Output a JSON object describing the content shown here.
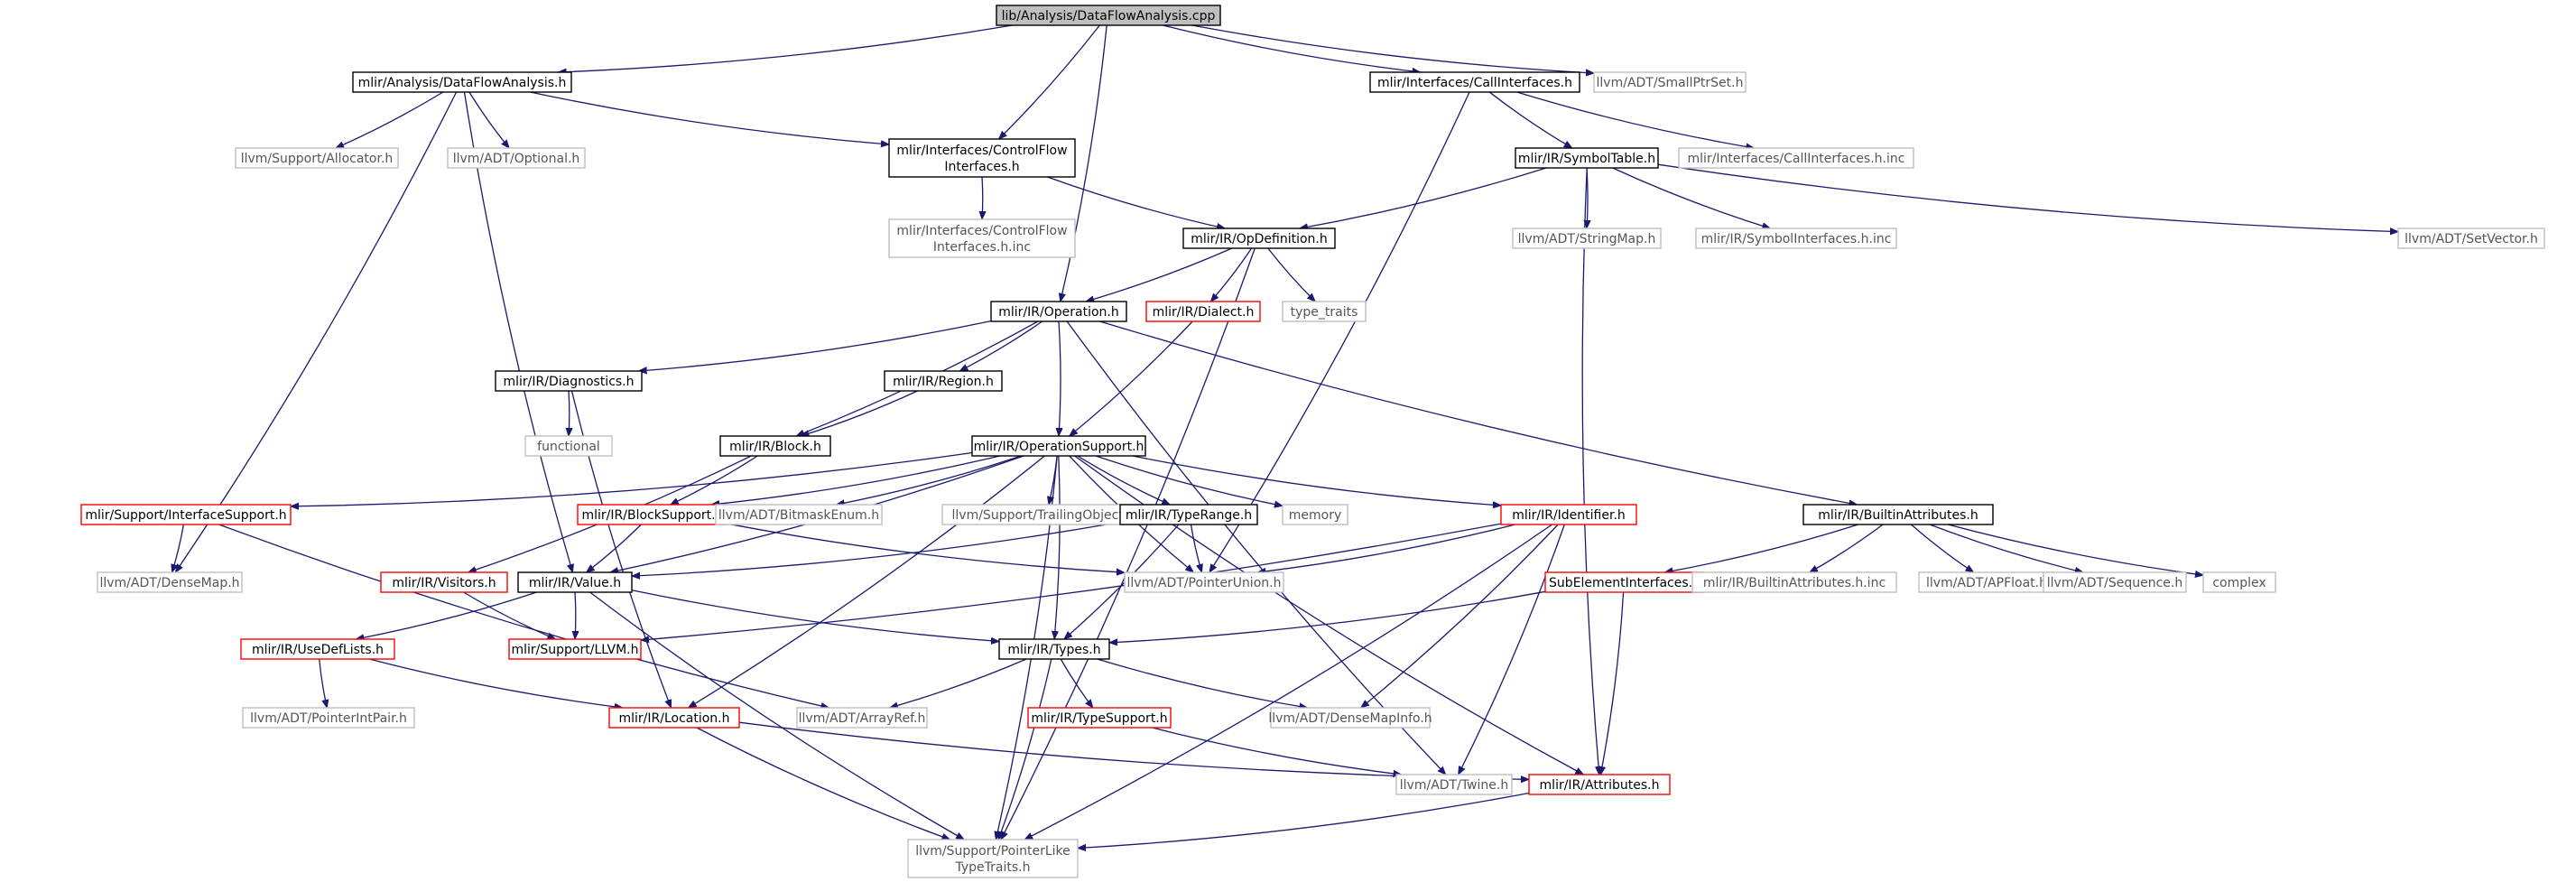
{
  "graph": {
    "colors": {
      "edge": "#191970",
      "root_fill": "#bfbfbf",
      "doc_border": "#000000",
      "missing_border": "#ff0000",
      "external_border": "#bfbfbf",
      "external_text": "#555555"
    },
    "nodes": [
      {
        "id": "dfa_cpp",
        "lines": [
          "lib/Analysis/DataFlowAnalysis.cpp"
        ],
        "kind": "root"
      },
      {
        "id": "dfa_h",
        "lines": [
          "mlir/Analysis/DataFlowAnalysis.h"
        ],
        "kind": "doc"
      },
      {
        "id": "callif_h",
        "lines": [
          "mlir/Interfaces/CallInterfaces.h"
        ],
        "kind": "doc"
      },
      {
        "id": "smallptrset",
        "lines": [
          "llvm/ADT/SmallPtrSet.h"
        ],
        "kind": "ext"
      },
      {
        "id": "allocator",
        "lines": [
          "llvm/Support/Allocator.h"
        ],
        "kind": "ext"
      },
      {
        "id": "optional",
        "lines": [
          "llvm/ADT/Optional.h"
        ],
        "kind": "ext"
      },
      {
        "id": "cf_h",
        "lines": [
          "mlir/Interfaces/ControlFlow",
          "Interfaces.h"
        ],
        "kind": "doc"
      },
      {
        "id": "symtab",
        "lines": [
          "mlir/IR/SymbolTable.h"
        ],
        "kind": "doc"
      },
      {
        "id": "callif_inc",
        "lines": [
          "mlir/Interfaces/CallInterfaces.h.inc"
        ],
        "kind": "ext"
      },
      {
        "id": "cf_inc",
        "lines": [
          "mlir/Interfaces/ControlFlow",
          "Interfaces.h.inc"
        ],
        "kind": "ext"
      },
      {
        "id": "opdef",
        "lines": [
          "mlir/IR/OpDefinition.h"
        ],
        "kind": "doc"
      },
      {
        "id": "stringmap",
        "lines": [
          "llvm/ADT/StringMap.h"
        ],
        "kind": "ext"
      },
      {
        "id": "symif_inc",
        "lines": [
          "mlir/IR/SymbolInterfaces.h.inc"
        ],
        "kind": "ext"
      },
      {
        "id": "setvector",
        "lines": [
          "llvm/ADT/SetVector.h"
        ],
        "kind": "ext"
      },
      {
        "id": "operation",
        "lines": [
          "mlir/IR/Operation.h"
        ],
        "kind": "doc"
      },
      {
        "id": "dialect",
        "lines": [
          "mlir/IR/Dialect.h"
        ],
        "kind": "missing"
      },
      {
        "id": "type_traits",
        "lines": [
          "type_traits"
        ],
        "kind": "ext"
      },
      {
        "id": "diagnostics",
        "lines": [
          "mlir/IR/Diagnostics.h"
        ],
        "kind": "doc"
      },
      {
        "id": "region",
        "lines": [
          "mlir/IR/Region.h"
        ],
        "kind": "doc"
      },
      {
        "id": "functional",
        "lines": [
          "functional"
        ],
        "kind": "ext"
      },
      {
        "id": "block",
        "lines": [
          "mlir/IR/Block.h"
        ],
        "kind": "doc"
      },
      {
        "id": "opsupport",
        "lines": [
          "mlir/IR/OperationSupport.h"
        ],
        "kind": "doc"
      },
      {
        "id": "ifsupport",
        "lines": [
          "mlir/Support/InterfaceSupport.h"
        ],
        "kind": "missing"
      },
      {
        "id": "blocksupport",
        "lines": [
          "mlir/IR/BlockSupport.h"
        ],
        "kind": "missing"
      },
      {
        "id": "bitmaskenum",
        "lines": [
          "llvm/ADT/BitmaskEnum.h"
        ],
        "kind": "ext"
      },
      {
        "id": "trailing",
        "lines": [
          "llvm/Support/TrailingObjects.h"
        ],
        "kind": "ext"
      },
      {
        "id": "typerange",
        "lines": [
          "mlir/IR/TypeRange.h"
        ],
        "kind": "doc"
      },
      {
        "id": "memory",
        "lines": [
          "memory"
        ],
        "kind": "ext"
      },
      {
        "id": "identifier",
        "lines": [
          "mlir/IR/Identifier.h"
        ],
        "kind": "missing"
      },
      {
        "id": "builtinattr",
        "lines": [
          "mlir/IR/BuiltinAttributes.h"
        ],
        "kind": "doc"
      },
      {
        "id": "densemap",
        "lines": [
          "llvm/ADT/DenseMap.h"
        ],
        "kind": "ext"
      },
      {
        "id": "visitors",
        "lines": [
          "mlir/IR/Visitors.h"
        ],
        "kind": "missing"
      },
      {
        "id": "value",
        "lines": [
          "mlir/IR/Value.h"
        ],
        "kind": "doc"
      },
      {
        "id": "ptrunion",
        "lines": [
          "llvm/ADT/PointerUnion.h"
        ],
        "kind": "ext"
      },
      {
        "id": "subelem",
        "lines": [
          "SubElementInterfaces.h"
        ],
        "kind": "missing"
      },
      {
        "id": "builtinattr_inc",
        "lines": [
          "mlir/IR/BuiltinAttributes.h.inc"
        ],
        "kind": "ext"
      },
      {
        "id": "apfloat",
        "lines": [
          "llvm/ADT/APFloat.h"
        ],
        "kind": "ext"
      },
      {
        "id": "sequence",
        "lines": [
          "llvm/ADT/Sequence.h"
        ],
        "kind": "ext"
      },
      {
        "id": "complex",
        "lines": [
          "complex"
        ],
        "kind": "ext"
      },
      {
        "id": "usedef",
        "lines": [
          "mlir/IR/UseDefLists.h"
        ],
        "kind": "missing"
      },
      {
        "id": "llvm_h",
        "lines": [
          "mlir/Support/LLVM.h"
        ],
        "kind": "missing"
      },
      {
        "id": "types",
        "lines": [
          "mlir/IR/Types.h"
        ],
        "kind": "doc"
      },
      {
        "id": "ptrintpair",
        "lines": [
          "llvm/ADT/PointerIntPair.h"
        ],
        "kind": "ext"
      },
      {
        "id": "location",
        "lines": [
          "mlir/IR/Location.h"
        ],
        "kind": "missing"
      },
      {
        "id": "arrayref",
        "lines": [
          "llvm/ADT/ArrayRef.h"
        ],
        "kind": "ext"
      },
      {
        "id": "typesupport",
        "lines": [
          "mlir/IR/TypeSupport.h"
        ],
        "kind": "missing"
      },
      {
        "id": "densemapinfo",
        "lines": [
          "llvm/ADT/DenseMapInfo.h"
        ],
        "kind": "ext"
      },
      {
        "id": "twine",
        "lines": [
          "llvm/ADT/Twine.h"
        ],
        "kind": "ext"
      },
      {
        "id": "attributes",
        "lines": [
          "mlir/IR/Attributes.h"
        ],
        "kind": "missing"
      },
      {
        "id": "ptrlike",
        "lines": [
          "llvm/Support/PointerLike",
          "TypeTraits.h"
        ],
        "kind": "ext"
      }
    ],
    "edges": [
      [
        "dfa_cpp",
        "dfa_h"
      ],
      [
        "dfa_cpp",
        "cf_h"
      ],
      [
        "dfa_cpp",
        "operation"
      ],
      [
        "dfa_cpp",
        "callif_h"
      ],
      [
        "dfa_cpp",
        "smallptrset"
      ],
      [
        "dfa_h",
        "allocator"
      ],
      [
        "dfa_h",
        "optional"
      ],
      [
        "dfa_h",
        "cf_h"
      ],
      [
        "dfa_h",
        "densemap"
      ],
      [
        "dfa_h",
        "value"
      ],
      [
        "callif_h",
        "symtab"
      ],
      [
        "callif_h",
        "callif_inc"
      ],
      [
        "callif_h",
        "ptrunion"
      ],
      [
        "cf_h",
        "cf_inc"
      ],
      [
        "cf_h",
        "opdef"
      ],
      [
        "symtab",
        "opdef"
      ],
      [
        "symtab",
        "stringmap"
      ],
      [
        "symtab",
        "symif_inc"
      ],
      [
        "symtab",
        "setvector"
      ],
      [
        "symtab",
        "attributes"
      ],
      [
        "opdef",
        "operation"
      ],
      [
        "opdef",
        "dialect"
      ],
      [
        "opdef",
        "type_traits"
      ],
      [
        "opdef",
        "ptrlike"
      ],
      [
        "operation",
        "diagnostics"
      ],
      [
        "operation",
        "region"
      ],
      [
        "operation",
        "block"
      ],
      [
        "operation",
        "opsupport"
      ],
      [
        "operation",
        "builtinattr"
      ],
      [
        "operation",
        "twine"
      ],
      [
        "dialect",
        "opsupport"
      ],
      [
        "diagnostics",
        "functional"
      ],
      [
        "diagnostics",
        "location"
      ],
      [
        "region",
        "block"
      ],
      [
        "block",
        "blocksupport"
      ],
      [
        "block",
        "visitors"
      ],
      [
        "opsupport",
        "ifsupport"
      ],
      [
        "opsupport",
        "blocksupport"
      ],
      [
        "opsupport",
        "bitmaskenum"
      ],
      [
        "opsupport",
        "trailing"
      ],
      [
        "opsupport",
        "typerange"
      ],
      [
        "opsupport",
        "memory"
      ],
      [
        "opsupport",
        "identifier"
      ],
      [
        "opsupport",
        "value"
      ],
      [
        "opsupport",
        "ptrunion"
      ],
      [
        "opsupport",
        "types"
      ],
      [
        "opsupport",
        "location"
      ],
      [
        "opsupport",
        "attributes"
      ],
      [
        "opsupport",
        "ptrlike"
      ],
      [
        "ifsupport",
        "densemap"
      ],
      [
        "ifsupport",
        "arrayref"
      ],
      [
        "blocksupport",
        "value"
      ],
      [
        "blocksupport",
        "ptrunion"
      ],
      [
        "typerange",
        "value"
      ],
      [
        "typerange",
        "ptrunion"
      ],
      [
        "typerange",
        "types"
      ],
      [
        "identifier",
        "ptrunion"
      ],
      [
        "identifier",
        "llvm_h"
      ],
      [
        "identifier",
        "densemapinfo"
      ],
      [
        "identifier",
        "twine"
      ],
      [
        "identifier",
        "ptrlike"
      ],
      [
        "builtinattr",
        "subelem"
      ],
      [
        "builtinattr",
        "builtinattr_inc"
      ],
      [
        "builtinattr",
        "apfloat"
      ],
      [
        "builtinattr",
        "sequence"
      ],
      [
        "builtinattr",
        "complex"
      ],
      [
        "visitors",
        "llvm_h"
      ],
      [
        "value",
        "usedef"
      ],
      [
        "value",
        "llvm_h"
      ],
      [
        "value",
        "types"
      ],
      [
        "value",
        "ptrlike"
      ],
      [
        "subelem",
        "types"
      ],
      [
        "subelem",
        "attributes"
      ],
      [
        "usedef",
        "ptrintpair"
      ],
      [
        "usedef",
        "location"
      ],
      [
        "types",
        "arrayref"
      ],
      [
        "types",
        "typesupport"
      ],
      [
        "types",
        "densemapinfo"
      ],
      [
        "types",
        "ptrlike"
      ],
      [
        "location",
        "attributes"
      ],
      [
        "location",
        "ptrlike"
      ],
      [
        "typesupport",
        "twine"
      ],
      [
        "attributes",
        "ptrlike"
      ]
    ]
  }
}
